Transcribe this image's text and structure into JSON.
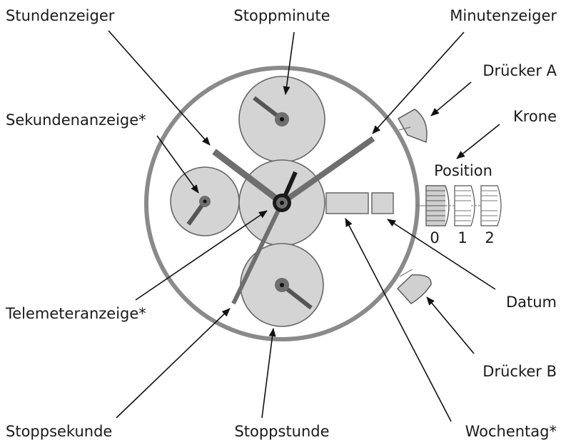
{
  "labels": {
    "stundenzeiger": "Stundenzeiger",
    "stoppminute": "Stoppminute",
    "minutenzeiger": "Minutenzeiger",
    "druecker_a": "Drücker A",
    "sekundenanzeige": "Sekundenanzeige*",
    "krone": "Krone",
    "position": "Position",
    "pos0": "0",
    "pos1": "1",
    "pos2": "2",
    "datum": "Datum",
    "telemeteranzeige": "Telemeteranzeige*",
    "druecker_b": "Drücker B",
    "stoppsekunde": "Stoppsekunde",
    "stoppstunde": "Stoppstunde",
    "wochentag": "Wochentag*"
  },
  "colors": {
    "case_ring": "#8a8a8a",
    "subdial_fill": "#d4d4d4",
    "hand_gray": "#6e6e6e",
    "hand_black": "#1a1a1a"
  }
}
